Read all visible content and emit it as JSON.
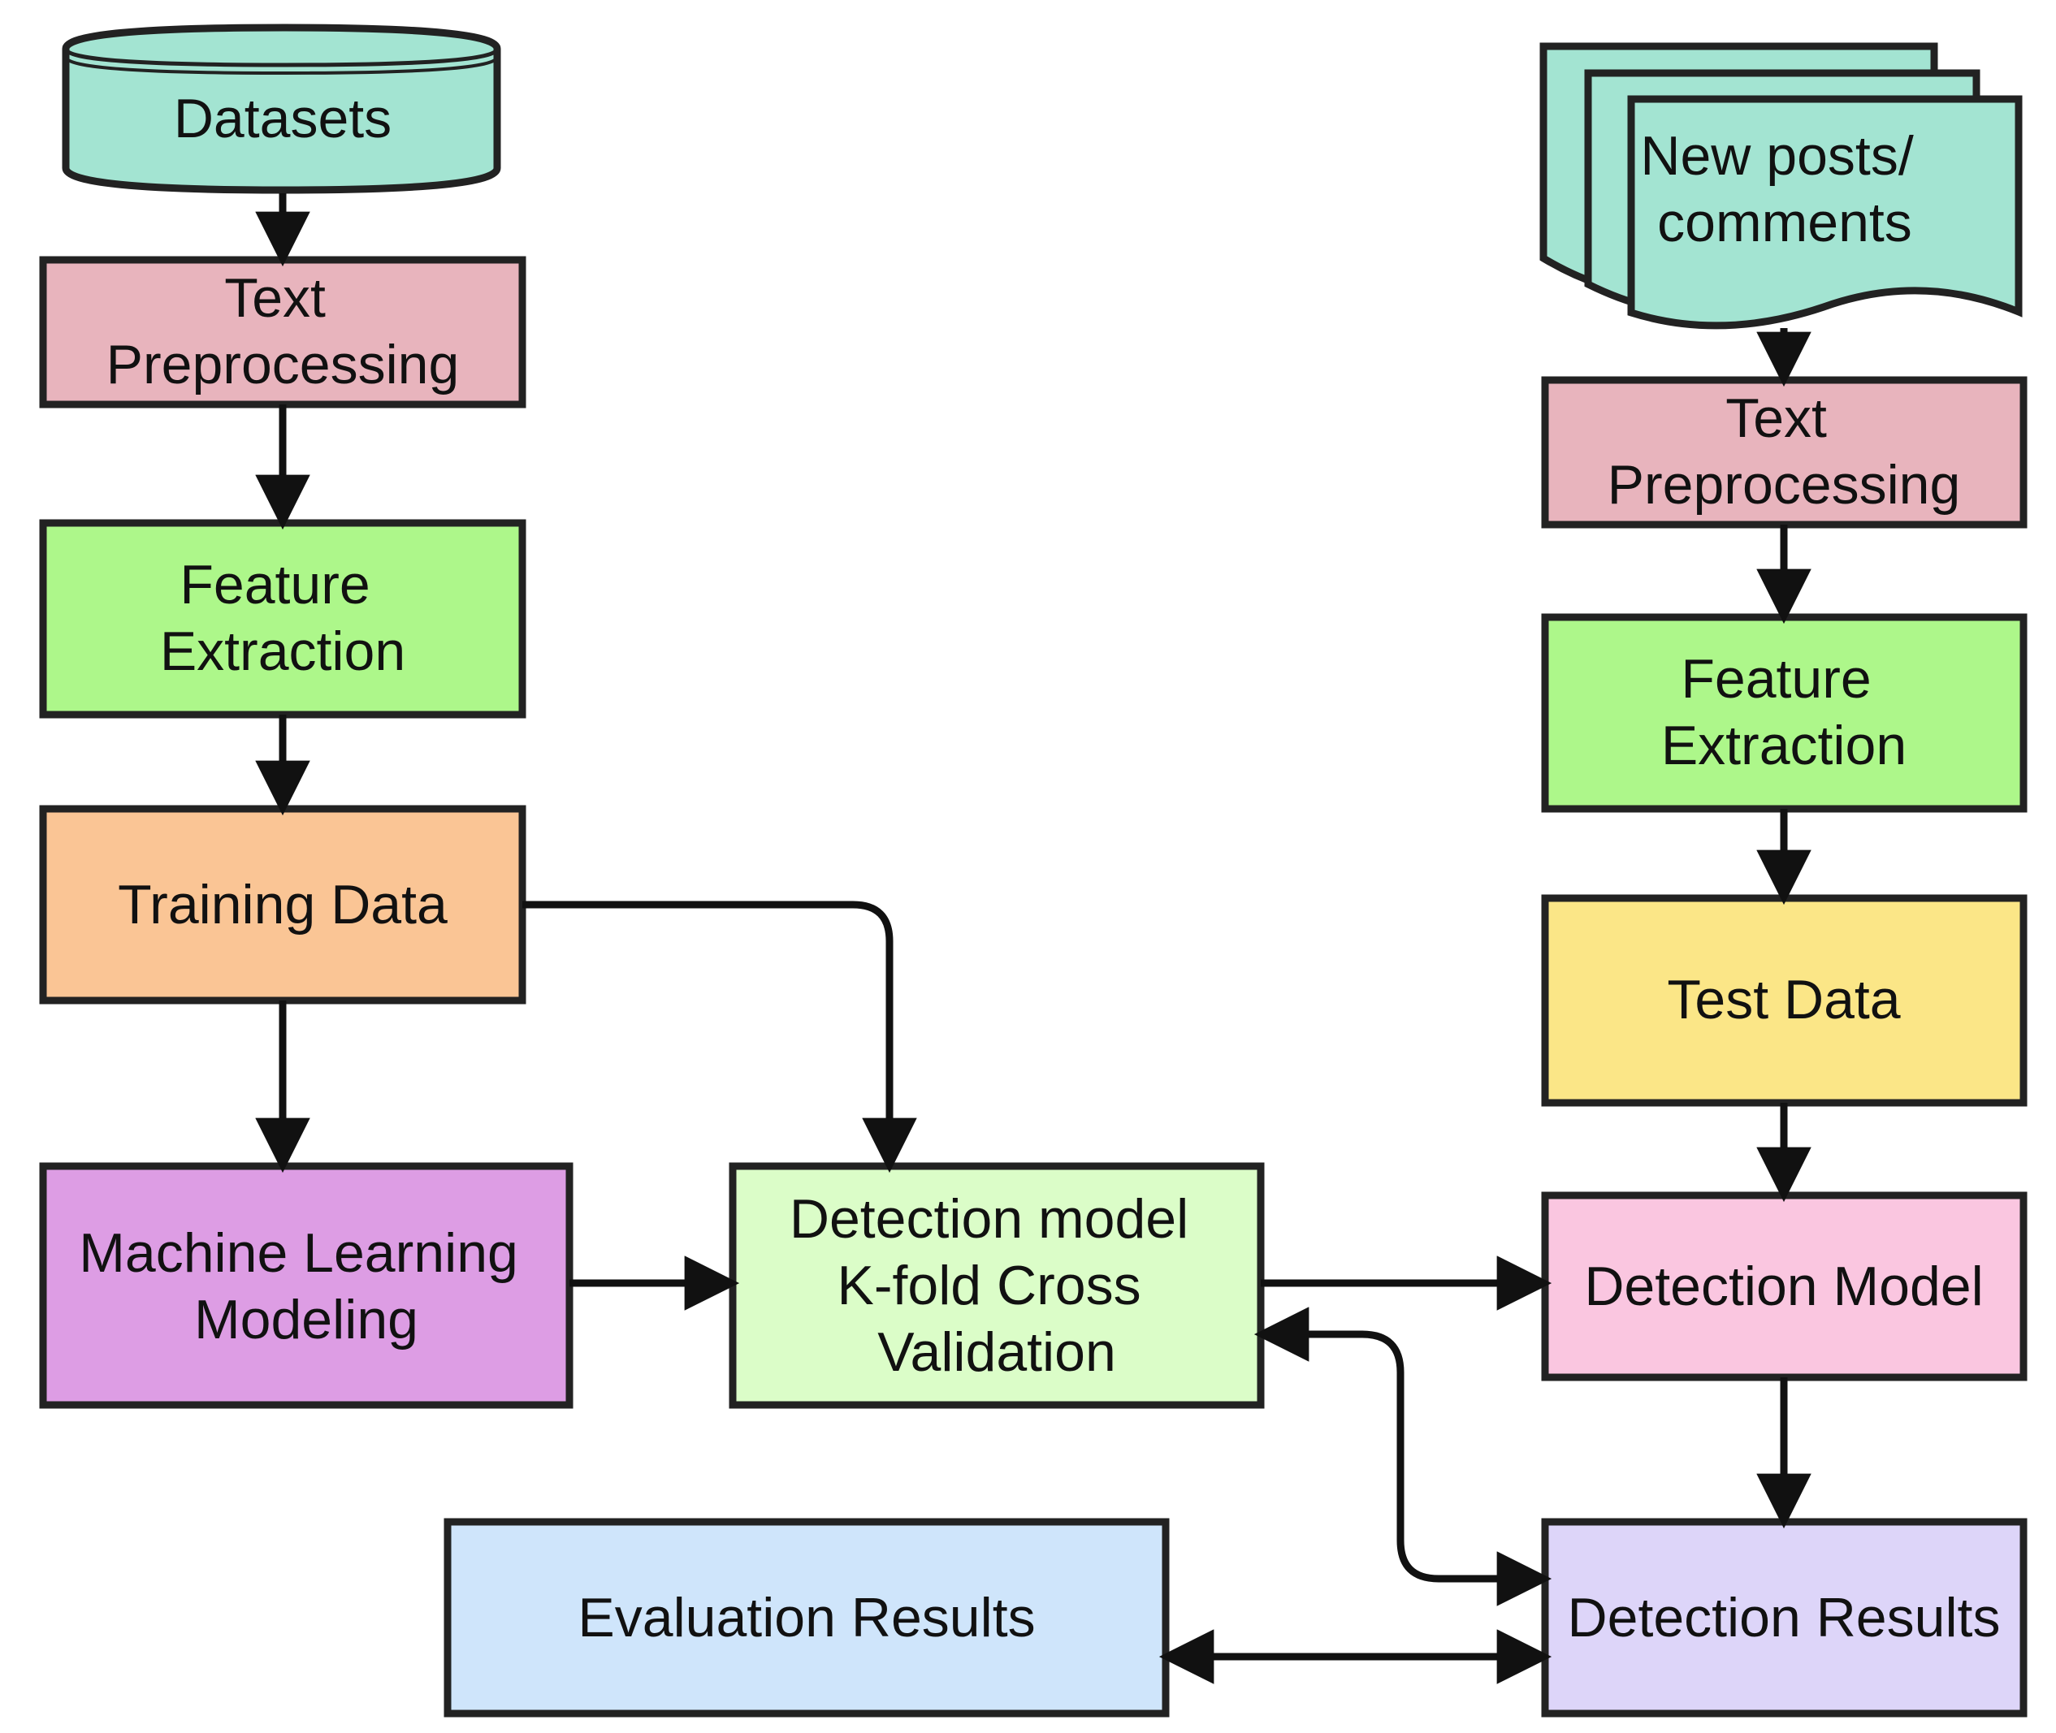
{
  "colors": {
    "datasets": "#a3e4d2",
    "text_preprocessing": "#e8b4bd",
    "feature_extraction": "#adf78a",
    "training_data": "#fac595",
    "ml_modeling": "#dd9de4",
    "cross_validation": "#dbfdc8",
    "evaluation_results": "#cfe5fb",
    "new_posts": "#a3e4d2",
    "test_data": "#fbe687",
    "detection_model": "#fac6e0",
    "detection_results": "#ddd5f9",
    "stroke": "#222222"
  },
  "nodes": {
    "datasets": {
      "lines": [
        "Datasets"
      ]
    },
    "text_preprocessing_left": {
      "lines": [
        "Text",
        "Preprocessing"
      ]
    },
    "feature_extraction_left": {
      "lines": [
        "Feature",
        "Extraction"
      ]
    },
    "training_data": {
      "lines": [
        "Training Data"
      ]
    },
    "ml_modeling": {
      "lines": [
        "Machine Learning",
        "Modeling"
      ]
    },
    "cross_validation": {
      "lines": [
        "Detection model",
        "K-fold Cross",
        "Validation"
      ]
    },
    "evaluation_results": {
      "lines": [
        "Evaluation Results"
      ]
    },
    "new_posts": {
      "lines": [
        "New posts/",
        "comments"
      ]
    },
    "text_preprocessing_right": {
      "lines": [
        "Text",
        "Preprocessing"
      ]
    },
    "feature_extraction_right": {
      "lines": [
        "Feature",
        "Extraction"
      ]
    },
    "test_data": {
      "lines": [
        "Test Data"
      ]
    },
    "detection_model": {
      "lines": [
        "Detection Model"
      ]
    },
    "detection_results": {
      "lines": [
        "Detection Results"
      ]
    }
  }
}
